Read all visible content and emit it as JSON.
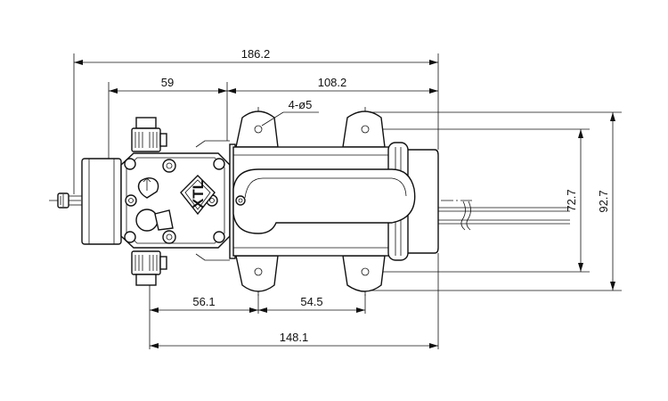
{
  "dimensions": {
    "overall_length": "186.2",
    "pump_head_length": "59",
    "motor_length": "108.2",
    "mount_holes": "4-ø5",
    "hole_offset": "56.1",
    "hole_spacing_horizontal": "54.5",
    "mount_span": "148.1",
    "hole_spacing_vertical": "72.7",
    "overall_height": "92.7"
  },
  "logo": {
    "text": "XTL"
  }
}
